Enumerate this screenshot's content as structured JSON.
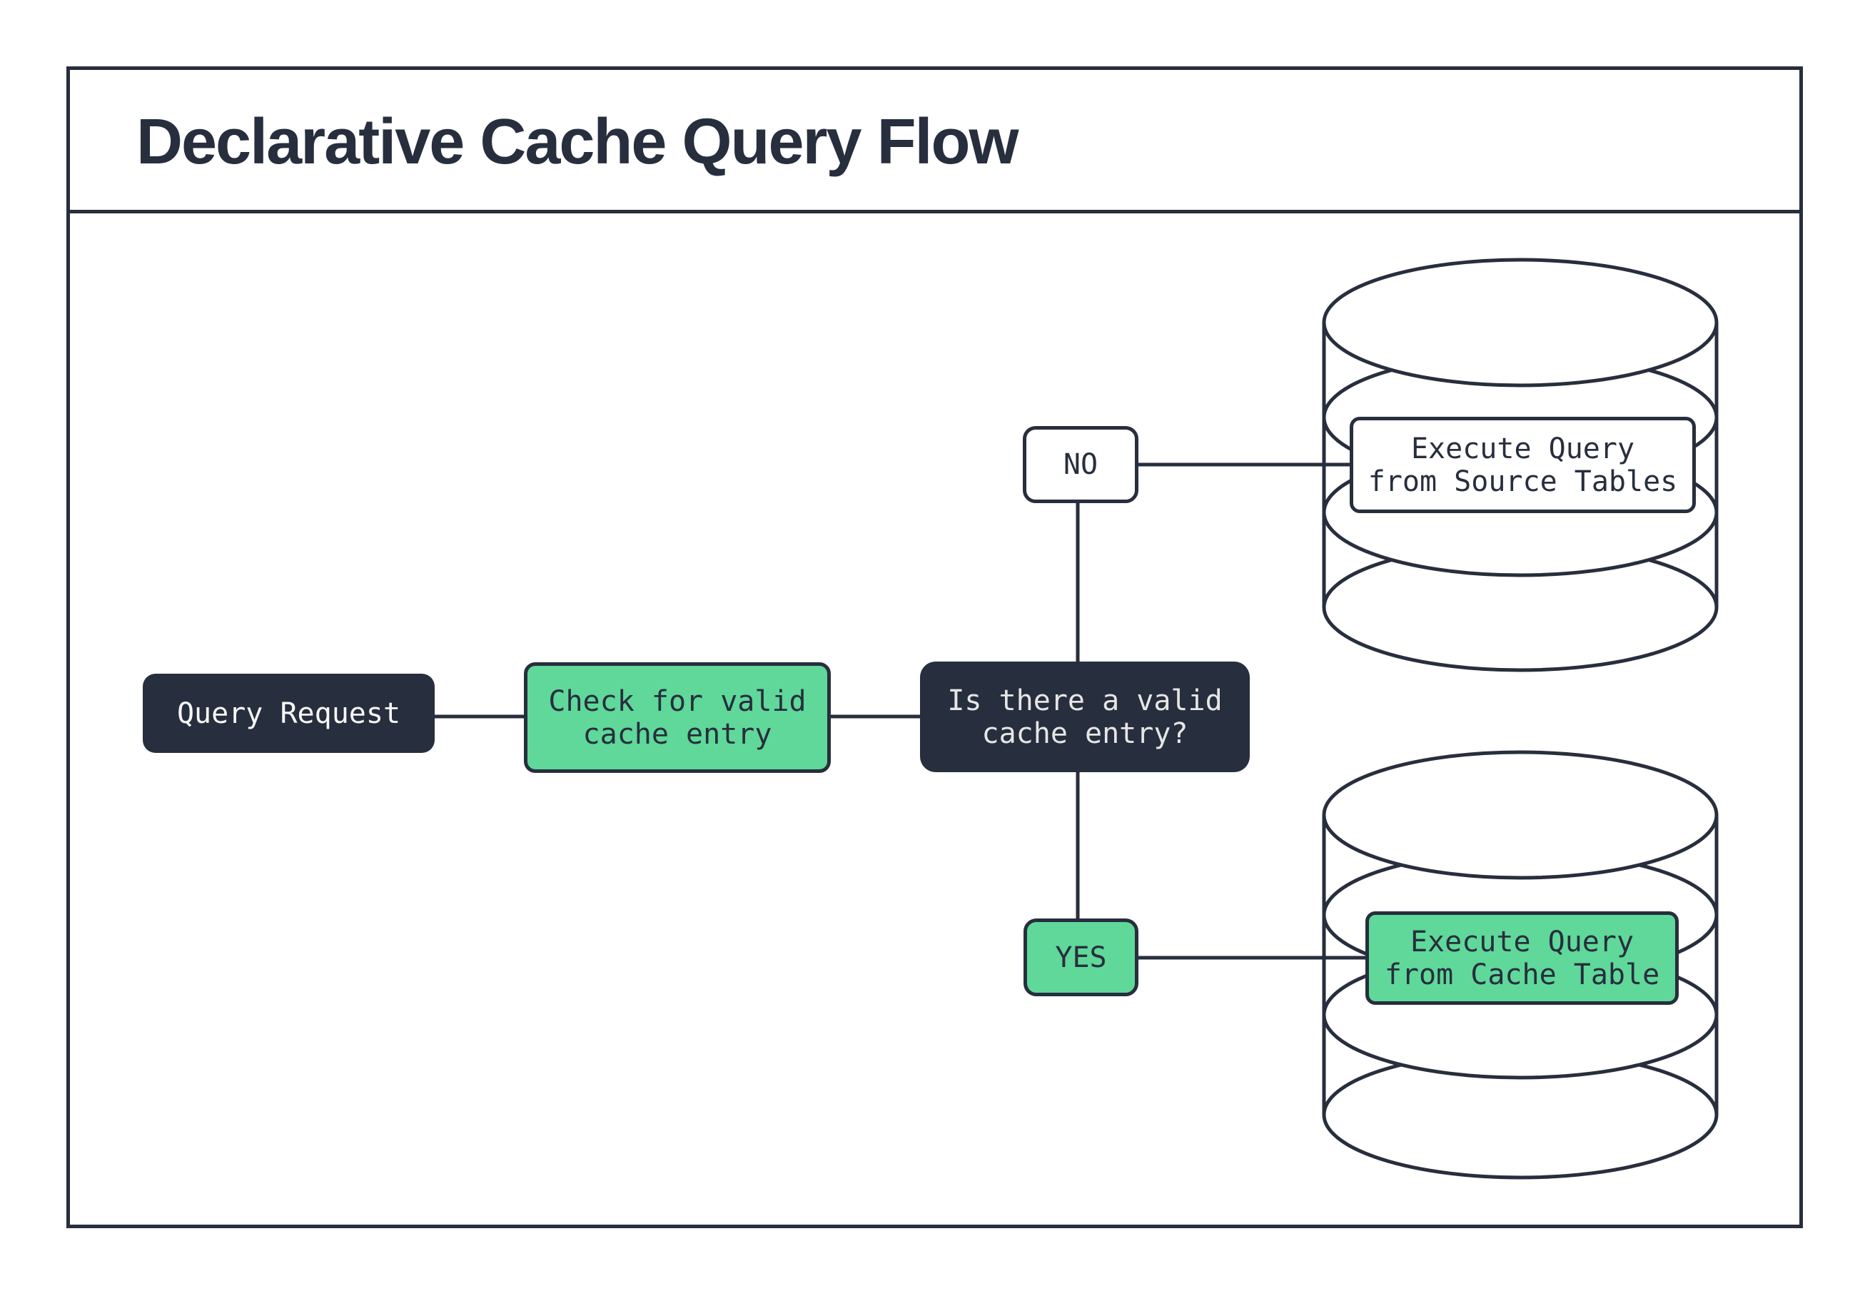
{
  "title": "Declarative Cache Query Flow",
  "nodes": {
    "query_request": {
      "label": "Query Request"
    },
    "check_cache": {
      "line1": "Check for valid",
      "line2": "cache entry"
    },
    "decision": {
      "line1": "Is there a valid",
      "line2": "cache entry?"
    },
    "branch_no": {
      "label": "NO"
    },
    "branch_yes": {
      "label": "YES"
    },
    "execute_source": {
      "line1": "Execute Query",
      "line2": "from Source Tables"
    },
    "execute_cache": {
      "line1": "Execute Query",
      "line2": "from Cache Table"
    }
  },
  "colors": {
    "ink": "#272E3D",
    "accent_green": "#5FD89A",
    "paper": "#FFFFFF",
    "dark_box_text": "#E6E6E6",
    "query_box_text": "#F7F7F7"
  }
}
